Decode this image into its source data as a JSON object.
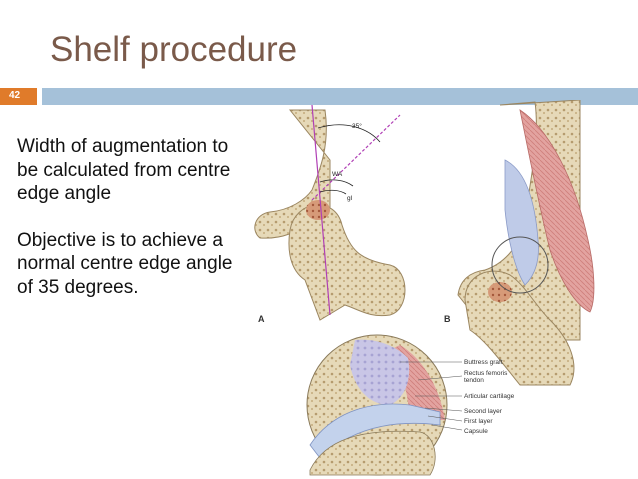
{
  "slide": {
    "title": "Shelf procedure",
    "number": "42",
    "paragraph1": "Width of augmentation to be calculated from centre edge angle",
    "paragraph2": "Objective is to achieve a normal centre edge angle of 35 degrees."
  },
  "figure": {
    "angle": "35°",
    "wa": "WA",
    "gl": "gl",
    "panel_a": "A",
    "panel_b": "B",
    "labels": [
      "Buttress graft",
      "Rectus femoris tendon",
      "Articular cartilage",
      "Second layer",
      "First layer",
      "Capsule"
    ]
  },
  "colors": {
    "title": "#7a5a4a",
    "accent_orange": "#e07b2a",
    "accent_blue": "#a5c1d9"
  }
}
